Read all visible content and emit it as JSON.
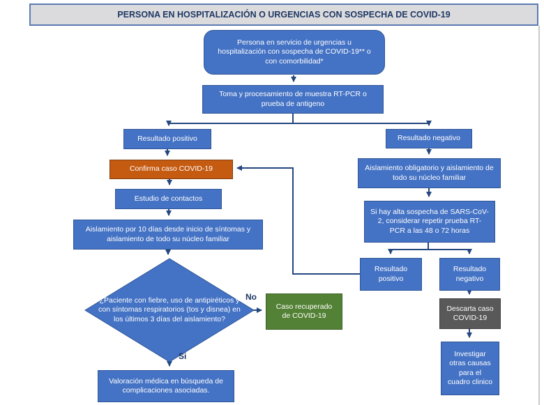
{
  "title": "PERSONA EN HOSPITALIZACIÓN O URGENCIAS CON SOSPECHA DE COVID-19",
  "flowchart": {
    "start": "Persona en servicio de urgencias u hospitalización con sospecha de COVID-19** o con comorbilidad*",
    "toma": "Toma y procesamiento de muestra RT-PCR o prueba de antigeno",
    "resultado_positivo": "Resultado positivo",
    "confirma": "Confirma caso COVID-19",
    "estudio": "Estudio de contactos",
    "aislamiento_10": "Aislamiento por 10 días desde inicio de síntomas y aislamiento de todo su núcleo familiar",
    "decision": "¿Paciente con fiebre, uso de antipiréticos y con síntomas respiratorios (tos y disnea) en los últimos 3 días del aislamiento?",
    "recuperado": "Caso recuperado de COVID-19",
    "valoracion": "Valoración médica en búsqueda de complicaciones asociadas.",
    "resultado_negativo": "Resultado negativo",
    "aislamiento_obligatorio": "Aislamiento obligatorio y aislamiento de todo su núcleo familiar",
    "repetir": "Si hay alta sospecha de SARS-CoV-2, considerar repetir prueba RT-PCR a las 48 o 72 horas",
    "resultado_positivo_2": "Resultado positivo",
    "resultado_negativo_2": "Resultado negativo",
    "descarta": "Descarta caso COVID-19",
    "investigar": "Investigar otras causas para el cuadro clinico",
    "labels": {
      "no": "No",
      "si": "Si"
    }
  },
  "colors": {
    "node_blue": "#4472c4",
    "node_blue_border": "#2f5597",
    "node_orange": "#c55a11",
    "node_green": "#538135",
    "node_gray": "#595959",
    "arrow": "#24477f",
    "title_bg": "#dbdbdd",
    "title_border": "#5b7bb4",
    "title_text": "#1f3864"
  }
}
